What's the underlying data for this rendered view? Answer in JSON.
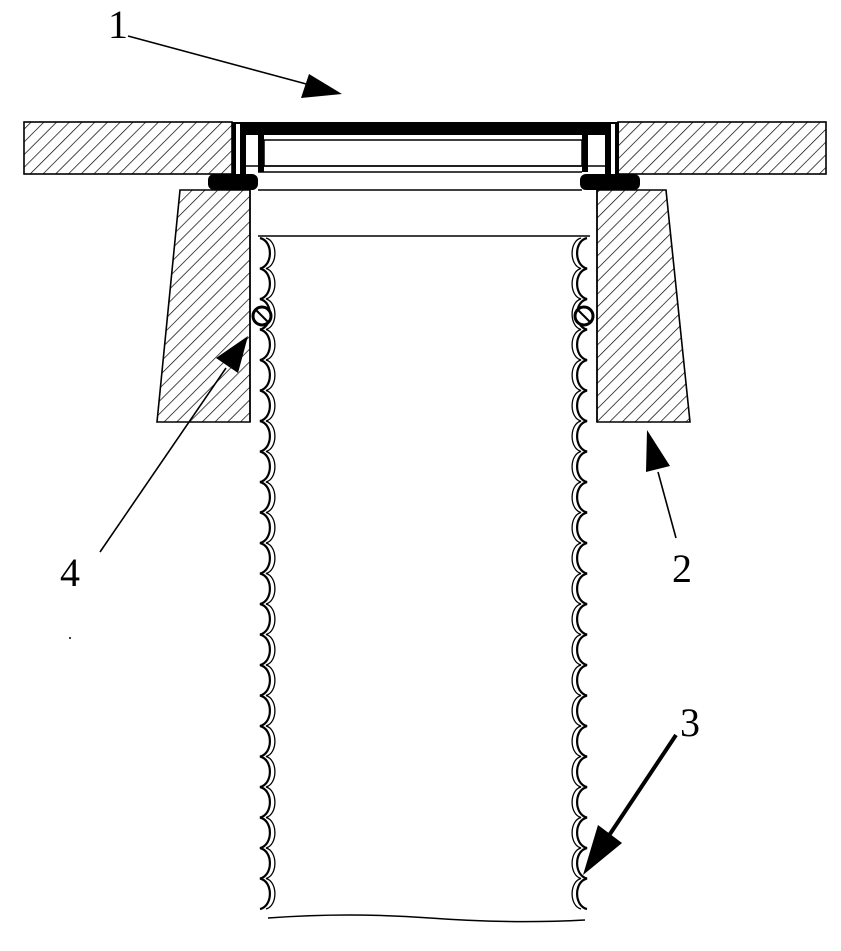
{
  "figure": {
    "labels": [
      {
        "id": "label-1",
        "text": "1"
      },
      {
        "id": "label-2",
        "text": "2"
      },
      {
        "id": "label-3",
        "text": "3"
      },
      {
        "id": "label-4",
        "text": "4"
      }
    ],
    "colors": {
      "ink": "#000000",
      "paper": "#ffffff"
    }
  }
}
